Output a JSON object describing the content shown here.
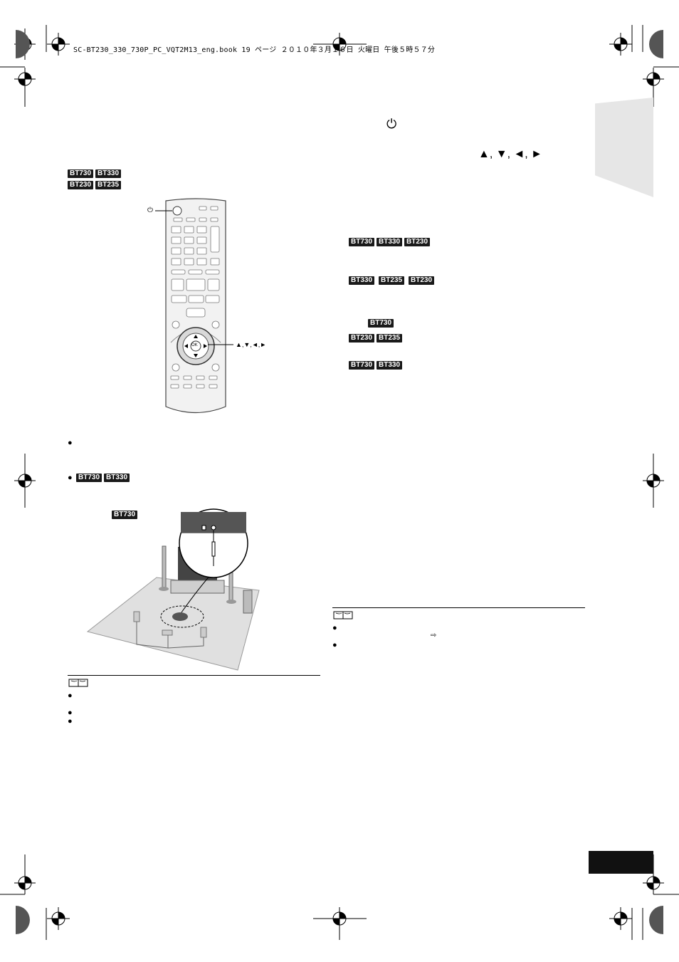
{
  "header": {
    "file_line": "SC-BT230_330_730P_PC_VQT2M13_eng.book  19 ページ  ２０１０年３月１６日  火曜日  午後５時５７分"
  },
  "left": {
    "badges_top_row1": [
      "BT730",
      "BT330"
    ],
    "badges_top_row2": [
      "BT230",
      "BT235"
    ],
    "remote": {
      "power_label": "⏻",
      "arrows_label": "▲,▼,◄,►",
      "ok_label": "OK"
    },
    "bullet1": "●",
    "bullet2_badges": [
      "BT730",
      "BT330"
    ],
    "bullet2": "●",
    "room_badge": "BT730",
    "note_bullets": [
      "●",
      "●",
      "●"
    ]
  },
  "right": {
    "power_symbol": "⏻",
    "arrow_symbols": "▲, ▼, ◄, ►",
    "badge_group1": [
      "BT730",
      "BT330",
      "BT230"
    ],
    "badge_group2": [
      "BT330",
      "BT235",
      "BT230"
    ],
    "badge_group3": [
      "BT730"
    ],
    "badge_group4": [
      "BT230",
      "BT235"
    ],
    "badge_group5": [
      "BT730",
      "BT330"
    ],
    "note_bullets": [
      "●",
      "●"
    ],
    "note_arrow": "⇨"
  }
}
